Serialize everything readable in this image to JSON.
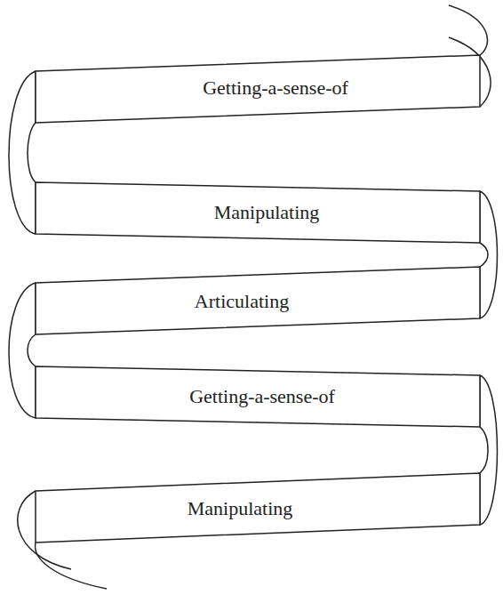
{
  "diagram": {
    "nodes": [
      {
        "text": [
          "Getting-a-sense-of"
        ]
      },
      {
        "text": [
          "Manipulating"
        ]
      },
      {
        "text": [
          "Articulating"
        ]
      },
      {
        "text": [
          "Getting-a-sense-of"
        ]
      },
      {
        "text": [
          "Manipulating"
        ]
      }
    ]
  }
}
